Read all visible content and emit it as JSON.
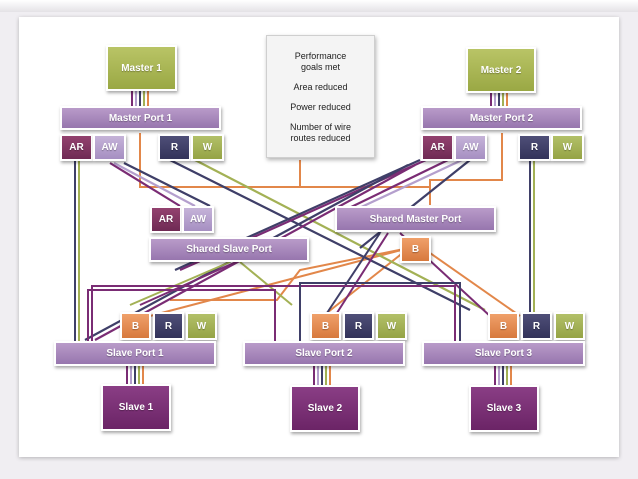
{
  "masters": [
    "Master 1",
    "Master 2"
  ],
  "master_ports": [
    "Master Port 1",
    "Master Port 2"
  ],
  "channels": {
    "ar": "AR",
    "aw": "AW",
    "r": "R",
    "w": "W",
    "b": "B"
  },
  "shared_slave_port": "Shared Slave Port",
  "shared_master_port": "Shared Master Port",
  "slave_ports": [
    "Slave Port 1",
    "Slave Port 2",
    "Slave Port 3"
  ],
  "slaves": [
    "Slave 1",
    "Slave 2",
    "Slave 3"
  ],
  "notes": [
    "Performance goals met",
    "Area reduced",
    "Power reduced",
    "Number of wire routes reduced"
  ],
  "colors": {
    "master": "#a3af4c",
    "slave": "#7a2c74",
    "port": "#a584b9",
    "ar": "#80335f",
    "aw": "#b49fcd",
    "r": "#3f3f68",
    "w": "#a3b155",
    "b": "#e2874a",
    "wire_orange": "#e2874a"
  }
}
